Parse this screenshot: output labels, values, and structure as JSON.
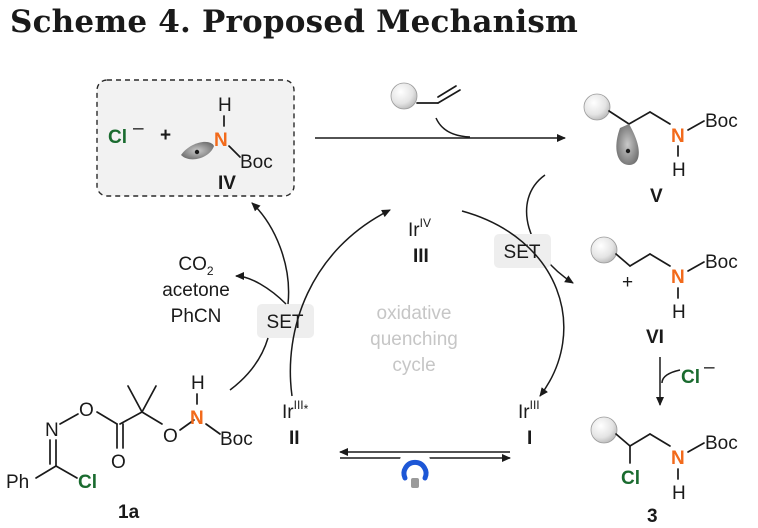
{
  "title": "Scheme 4. Proposed Mechanism",
  "box": {
    "chloride": "Cl",
    "chloride_charge": "–",
    "plus": "+",
    "h": "H",
    "n": "N",
    "boc": "Boc",
    "label": "IV"
  },
  "cycle": {
    "name": [
      "oxidative",
      "quenching",
      "cycle"
    ],
    "ir": "Ir",
    "iv_ox": "IV",
    "iii_ox": "III",
    "star": "*",
    "label_III": "III",
    "label_II": "II",
    "label_I": "I",
    "set_left": "SET",
    "set_right": "SET"
  },
  "byproducts": [
    "CO",
    "acetone",
    "PhCN"
  ],
  "co2_sub": "2",
  "reagent": {
    "o1": "O",
    "o2": "O",
    "o3": "O",
    "n_oxime": "N",
    "h": "H",
    "n": "N",
    "boc": "Boc",
    "ph": "Ph",
    "cl": "Cl",
    "label": "1a"
  },
  "intermediate_V": {
    "n": "N",
    "h": "H",
    "boc": "Boc",
    "label": "V"
  },
  "intermediate_VI": {
    "plus": "+",
    "n": "N",
    "h": "H",
    "boc": "Boc",
    "label": "VI"
  },
  "product_3": {
    "cl": "Cl",
    "n": "N",
    "h": "H",
    "boc": "Boc",
    "label": "3"
  },
  "step_VI_to_3": {
    "reagent": "Cl",
    "charge": "–"
  },
  "colors": {
    "nitrogen": "#f26a1b",
    "chlorine": "#1a6b2f",
    "cycle_text": "#c6c6c6",
    "light": "#1d57d6"
  }
}
